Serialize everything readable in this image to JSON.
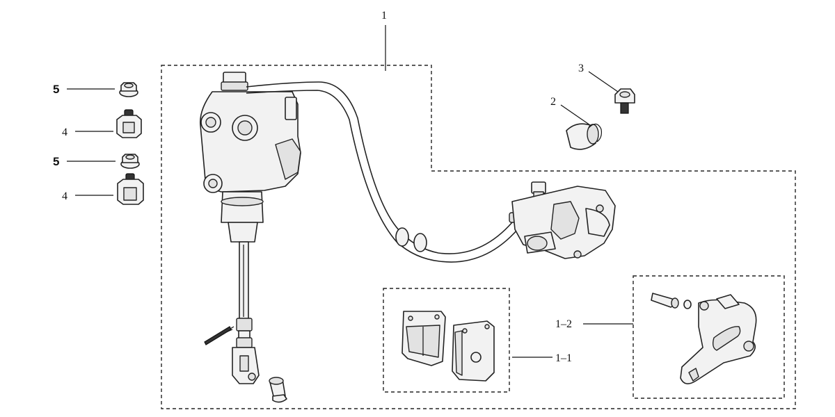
{
  "callouts": {
    "c1": "1",
    "c1_1": "1–1",
    "c1_2": "1–2",
    "c2": "2",
    "c3": "3",
    "c4a": "4",
    "c4b": "4",
    "c5a": "5",
    "c5b": "5"
  }
}
